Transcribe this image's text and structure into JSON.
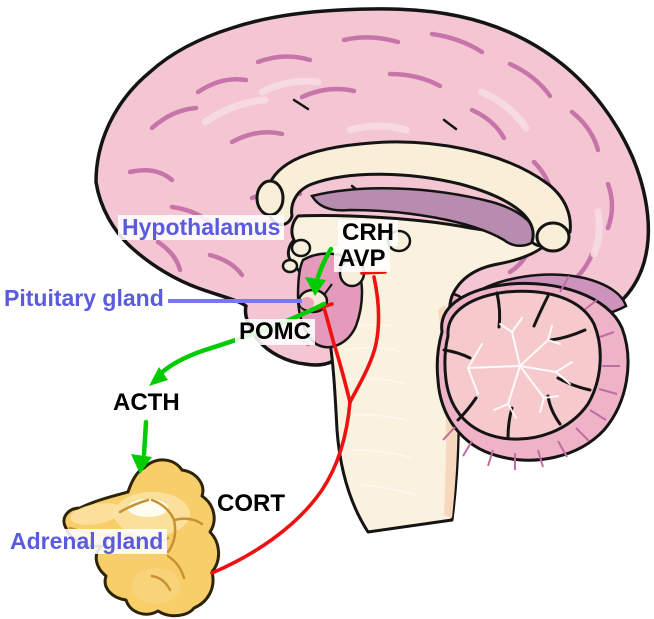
{
  "figure": {
    "description": "HPA axis diagram: sagittal human brain with hypothalamus, pituitary gland and adrenal gland; green stimulatory arrows and red CORT negative-feedback lines",
    "labels": {
      "hypothalamus": "Hypothalamus",
      "pituitary_gland": "Pituitary gland",
      "adrenal_gland": "Adrenal gland",
      "crh": "CRH",
      "avp": "AVP",
      "pomc": "POMC",
      "acth": "ACTH",
      "cort": "CORT"
    },
    "colors": {
      "structure_label": "#5B5BE0",
      "hormone_label": "#000000",
      "stimulatory_arrow_green": "#00CC00",
      "feedback_arrow_red": "#EE1111",
      "cortex_pink": "#F4C6D2",
      "adrenal_gold": "#F8CE6B"
    },
    "pathways": [
      {
        "label": "CRH/AVP",
        "color": "green",
        "from": "hypothalamus",
        "to": "pituitary gland"
      },
      {
        "label": "POMC",
        "color": "green",
        "from": "pituitary gland",
        "to": "ACTH"
      },
      {
        "label": "ACTH",
        "color": "green",
        "from": "ACTH",
        "to": "adrenal gland"
      },
      {
        "label": "CORT",
        "color": "red",
        "from": "adrenal gland",
        "to": "pituitary gland and hypothalamus"
      }
    ]
  }
}
